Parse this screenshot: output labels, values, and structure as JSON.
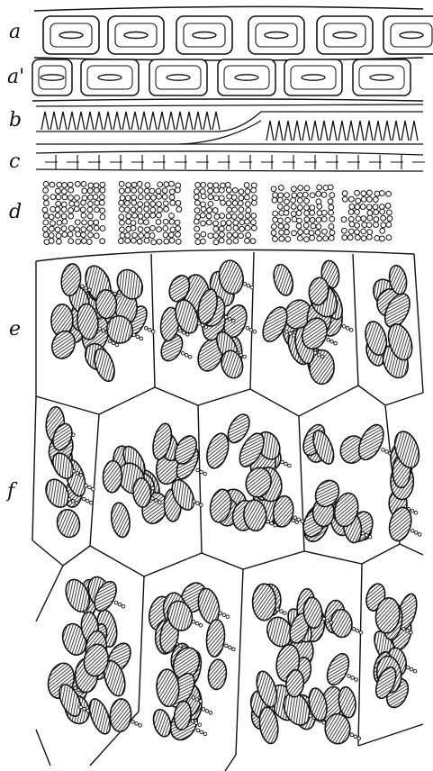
{
  "figure": {
    "layer_labels": [
      "a",
      "a'",
      "b",
      "c",
      "d",
      "e",
      "f"
    ]
  }
}
